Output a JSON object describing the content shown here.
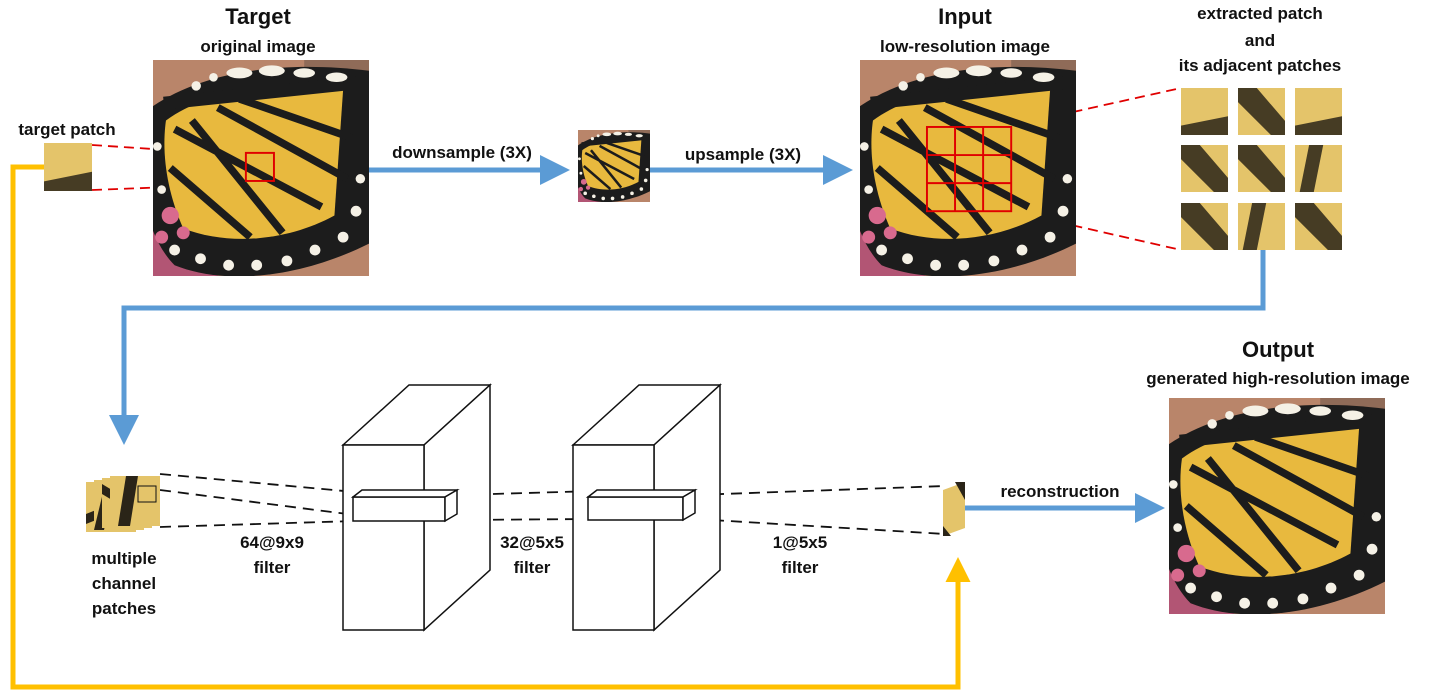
{
  "target": {
    "heading": "Target",
    "subheading": "original image"
  },
  "input": {
    "heading": "Input",
    "subheading": "low-resolution image"
  },
  "output": {
    "heading": "Output",
    "subheading": "generated high-resolution image"
  },
  "patches": {
    "line1": "extracted patch",
    "line2": "and",
    "line3": "its adjacent patches"
  },
  "target_patch_label": "target patch",
  "arrows": {
    "downsample": "downsample (3X)",
    "upsample": "upsample (3X)",
    "reconstruction": "reconstruction"
  },
  "multi_channel": {
    "line1": "multiple",
    "line2": "channel",
    "line3": "patches"
  },
  "filters": [
    {
      "line1": "64@9x9",
      "line2": "filter"
    },
    {
      "line1": "32@5x5",
      "line2": "filter"
    },
    {
      "line1": "1@5x5",
      "line2": "filter"
    }
  ],
  "colors": {
    "blue_arrow": "#5b9bd5",
    "yellow_arrow": "#ffc000",
    "red_outline": "#e00000",
    "wing_yellow": "#e8b93e",
    "wing_black": "#1c1c1c",
    "flower_pink": "#c0607a"
  },
  "icons": [
    "butterfly-image",
    "patch-thumbnail",
    "feature-map-cube"
  ]
}
